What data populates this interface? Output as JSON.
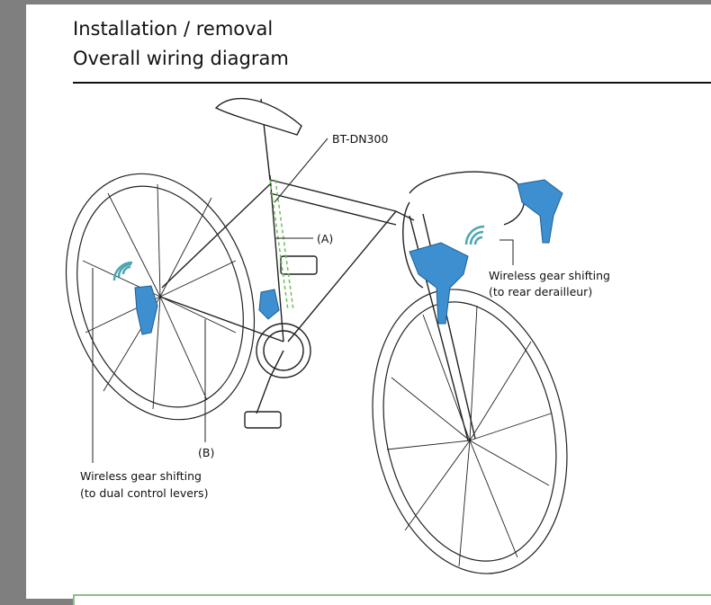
{
  "header": {
    "title": "Installation / removal",
    "subtitle": "Overall wiring diagram"
  },
  "diagram": {
    "labels": {
      "bt": "BT-DN300",
      "a": "(A)",
      "b": "(B)",
      "rear_line1": "Wireless gear shifting",
      "rear_line2": "(to rear derailleur)",
      "dual_line1": "Wireless gear shifting",
      "dual_line2": "(to dual control levers)"
    },
    "colors": {
      "component": "#3d8fd0",
      "wire": "#6cbf5a",
      "signal": "#4aa6b0"
    }
  }
}
